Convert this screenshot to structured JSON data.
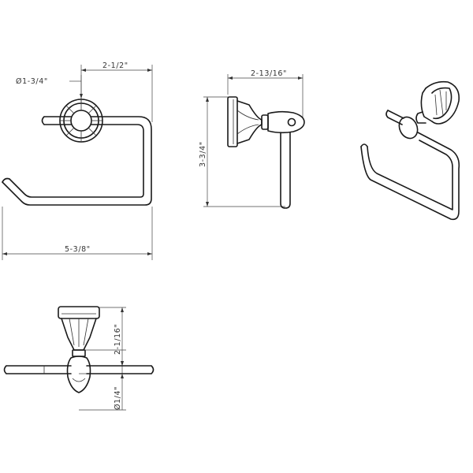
{
  "dimensions": {
    "front_diameter": "Ø1-3/4\"",
    "front_depth_offset": "2-1/2\"",
    "overall_width": "5-3/8\"",
    "side_depth": "2-13/16\"",
    "side_height": "3-3/4\"",
    "top_projection": "2-1/16\"",
    "top_bar_diameter": "Ø1/4\""
  },
  "colors": {
    "line": "#1a1a1a",
    "dimension": "#444444",
    "background": "#ffffff"
  }
}
